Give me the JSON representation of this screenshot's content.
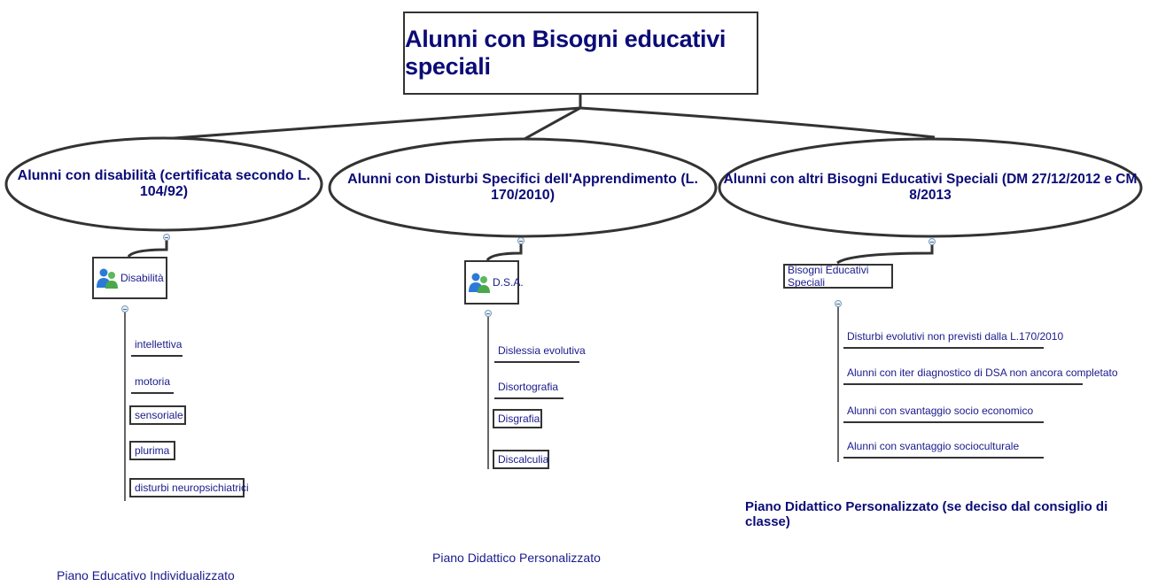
{
  "root": {
    "title": "Alunni con Bisogni educativi speciali"
  },
  "branches": [
    {
      "title": "Alunni con disabilità (certificata secondo L. 104/92)",
      "topic": {
        "label": "Disabilità",
        "icon": "users-icon"
      },
      "items": [
        {
          "label": "intellettiva",
          "boxed": false
        },
        {
          "label": "motoria",
          "boxed": false
        },
        {
          "label": "sensoriale",
          "boxed": true
        },
        {
          "label": "plurima",
          "boxed": true
        },
        {
          "label": "disturbi neuropsichiatrici",
          "boxed": true
        }
      ],
      "footer": "Piano Educativo Individualizzato"
    },
    {
      "title": "Alunni con Disturbi Specifici dell'Apprendimento (L. 170/2010)",
      "topic": {
        "label": "D.S.A.",
        "icon": "users-icon"
      },
      "items": [
        {
          "label": "Dislessia evolutiva",
          "boxed": false
        },
        {
          "label": "Disortografia",
          "boxed": false
        },
        {
          "label": "Disgrafia",
          "boxed": true
        },
        {
          "label": "Discalculia",
          "boxed": true
        }
      ],
      "footer": "Piano Didattico Personalizzato"
    },
    {
      "title": "Alunni con altri Bisogni Educativi Speciali (DM 27/12/2012 e CM 8/2013",
      "topic": {
        "label": "Bisogni Educativi Speciali",
        "icon": ""
      },
      "items": [
        {
          "label": "Disturbi evolutivi non previsti dalla L.170/2010",
          "boxed": false
        },
        {
          "label": "Alunni con iter diagnostico di DSA non ancora completato",
          "boxed": false
        },
        {
          "label": "Alunni con svantaggio socio economico",
          "boxed": false
        },
        {
          "label": "Alunni con svantaggio socioculturale",
          "boxed": false
        }
      ],
      "footer": "Piano Didattico Personalizzato (se deciso dal consiglio di classe)"
    }
  ],
  "colors": {
    "text": "#0b0b78",
    "line": "#333333",
    "collapse": "#e8f0fa"
  }
}
